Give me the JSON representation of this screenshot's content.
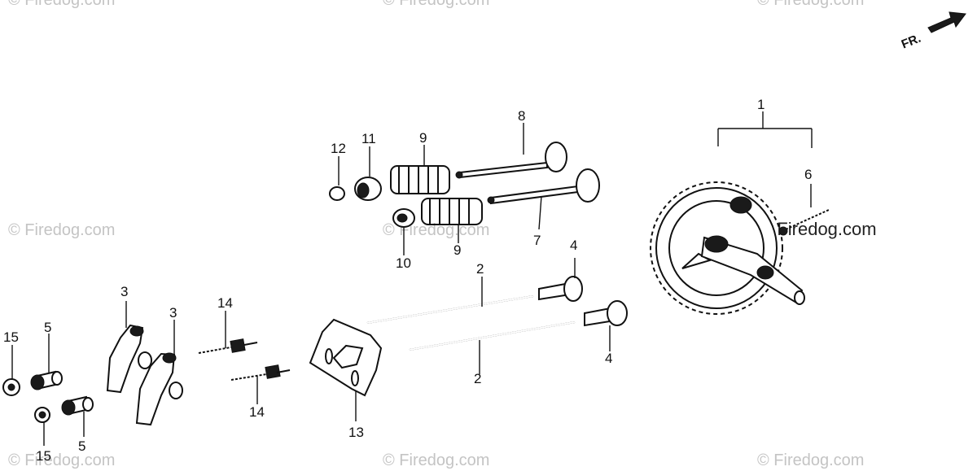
{
  "watermark": "© Firedog.com",
  "direction_label": "FR.",
  "labels": {
    "l1": "1",
    "l2a": "2",
    "l2b": "2",
    "l3a": "3",
    "l3b": "3",
    "l4a": "4",
    "l4b": "4",
    "l5a": "5",
    "l5b": "5",
    "l6": "6",
    "l7": "7",
    "l8": "8",
    "l9a": "9",
    "l9b": "9",
    "l10": "10",
    "l11": "11",
    "l12": "12",
    "l13": "13",
    "l14a": "14",
    "l14b": "14",
    "l15a": "15",
    "l15b": "15"
  }
}
